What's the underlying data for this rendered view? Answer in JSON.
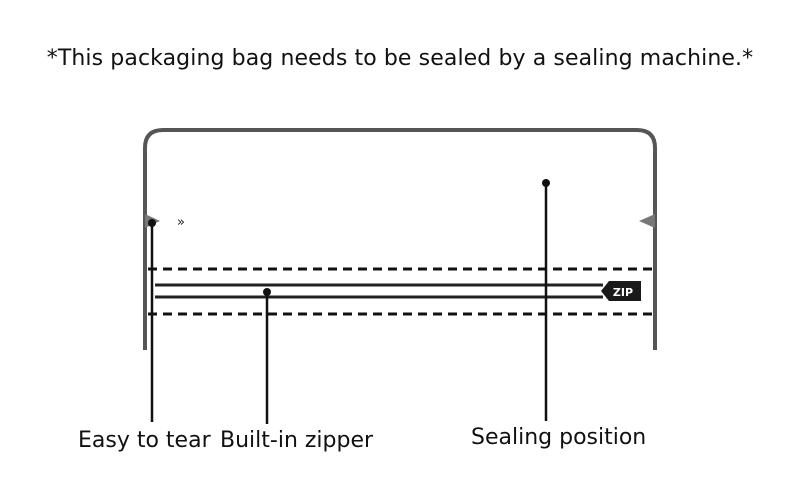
{
  "note": "*This packaging bag needs to be sealed by a sealing machine.*",
  "labels": {
    "easy_tear": "Easy to tear",
    "zipper": "Built-in zipper",
    "sealing": "Sealing position"
  },
  "zip_tag": "ZIP",
  "tear_marks": "»",
  "colors": {
    "outline": "#555555",
    "ink": "#111111",
    "tag": "#1a1a1a"
  }
}
